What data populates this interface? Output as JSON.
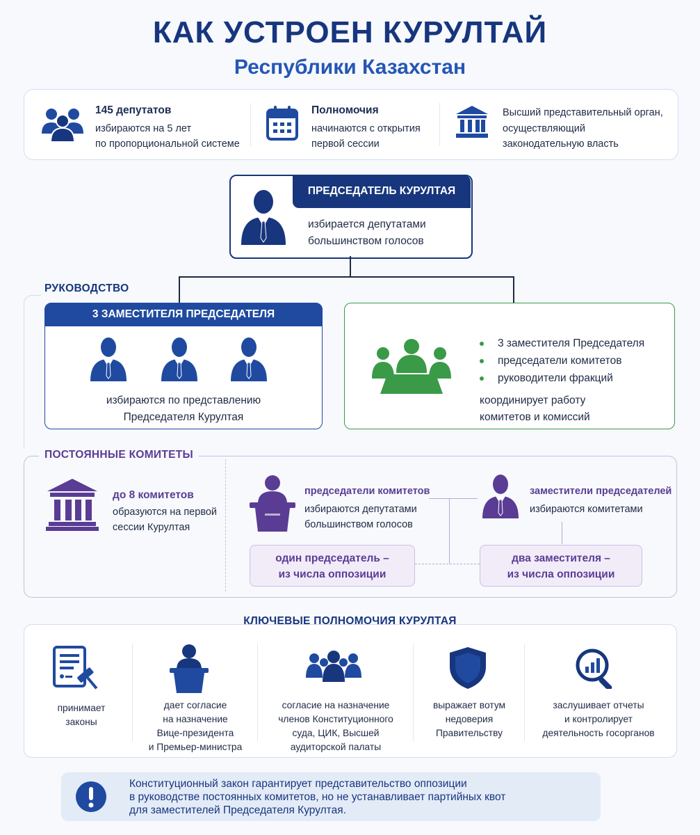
{
  "header": {
    "title": "КАК УСТРОЕН КУРУЛТАЙ",
    "subtitle": "Республики Казахстан"
  },
  "info_bar": {
    "deputies": {
      "bold": "145 депутатов",
      "line1": "избираются на 5 лет",
      "line2": "по пропорциональной системе"
    },
    "powers": {
      "bold": "Полномочия",
      "line1": "начинаются с открытия",
      "line2": "первой сессии"
    },
    "organ": {
      "line1": "Высший представительный орган,",
      "line2": "осуществляющий",
      "line3": "законодательную власть"
    }
  },
  "chairman": {
    "title": "ПРЕДСЕДАТЕЛЬ КУРУЛТАЯ",
    "line1": "избирается депутатами",
    "line2": "большинством голосов"
  },
  "leadership": {
    "label": "РУКОВОДСТВО",
    "deputies_box": {
      "title": "3 ЗАМЕСТИТЕЛЯ ПРЕДСЕДАТЕЛЯ",
      "line1": "избираются по представлению",
      "line2": "Председателя Курултая"
    },
    "bureau_box": {
      "title": "БЮРО КУРУЛТАЯ",
      "items": [
        "3 заместителя Председателя",
        "председатели комитетов",
        "руководители фракций"
      ],
      "line1": "координирует работу",
      "line2": "комитетов и комиссий"
    }
  },
  "committees": {
    "label": "ПОСТОЯННЫЕ КОМИТЕТЫ",
    "count": {
      "bold": "до 8 комитетов",
      "line1": "образуются на первой",
      "line2": "сессии Курултая"
    },
    "chairs": {
      "bold": "председатели комитетов",
      "line1": "избираются депутатами",
      "line2": "большинством голосов"
    },
    "deputies": {
      "bold": "заместители председателей",
      "line1": "избираются комитетами"
    },
    "opposition_chair": {
      "line1": "один председатель –",
      "line2": "из числа оппозиции"
    },
    "opposition_deputies": {
      "line1": "два заместителя –",
      "line2": "из числа оппозиции"
    }
  },
  "key_powers": {
    "label": "КЛЮЧЕВЫЕ ПОЛНОМОЧИЯ КУРУЛТАЯ",
    "items": [
      {
        "icon": "document-gavel-icon",
        "lines": [
          "принимает",
          "законы"
        ]
      },
      {
        "icon": "speaker-podium-icon",
        "lines": [
          "дает согласие",
          "на назначение",
          "Вице-президента",
          "и Премьер-министра"
        ]
      },
      {
        "icon": "group-icon",
        "lines": [
          "согласие на назначение",
          "членов Конституционного",
          "суда, ЦИК, Высшей",
          "аудиторской палаты"
        ]
      },
      {
        "icon": "shield-icon",
        "lines": [
          "выражает вотум",
          "недоверия",
          "Правительству"
        ]
      },
      {
        "icon": "magnifier-chart-icon",
        "lines": [
          "заслушивает отчеты",
          "и контролирует",
          "деятельность госорганов"
        ]
      }
    ]
  },
  "note": {
    "line1": "Конституционный закон гарантирует представительство оппозиции",
    "line2": "в руководстве постоянных комитетов, но не устанавливает партийных квот",
    "line3": "для заместителей Председателя Курултая."
  },
  "colors": {
    "navy": "#17367e",
    "blue": "#1f4aa0",
    "green": "#3a9a47",
    "purple": "#5a3c94",
    "purple_light": "#f1ecf8"
  }
}
